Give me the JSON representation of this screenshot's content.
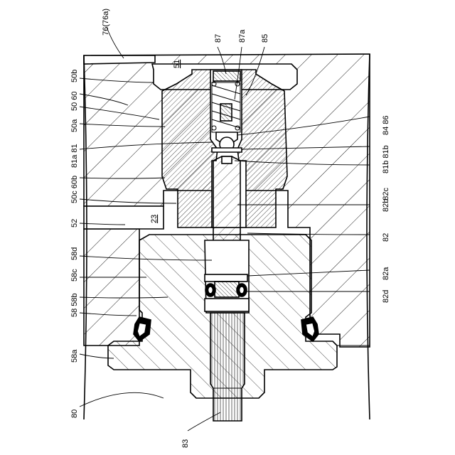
{
  "figure": {
    "labels_left": {
      "ref_76": "76(76a)",
      "ref_50b": "50b",
      "ref_50_60": "50 60",
      "ref_50a": "50a",
      "ref_81_81a": "81a 81",
      "ref_50c_60b": "50c 60b",
      "ref_52": "52",
      "ref_58d": "58d",
      "ref_58c": "58c",
      "ref_58_58b": "58 58b",
      "ref_58a": "58a",
      "ref_80": "80",
      "ref_83": "83"
    },
    "labels_right": {
      "ref_87": "87",
      "ref_87a": "87a",
      "ref_85": "85",
      "ref_84_86": "84 86",
      "ref_81b_81b": "81b 81b",
      "ref_82c": "82c",
      "ref_82b": "82b",
      "ref_82": "82",
      "ref_82a": "82a",
      "ref_82d": "82d"
    },
    "labels_inner": {
      "ref_51": "51",
      "ref_23": "23"
    }
  }
}
